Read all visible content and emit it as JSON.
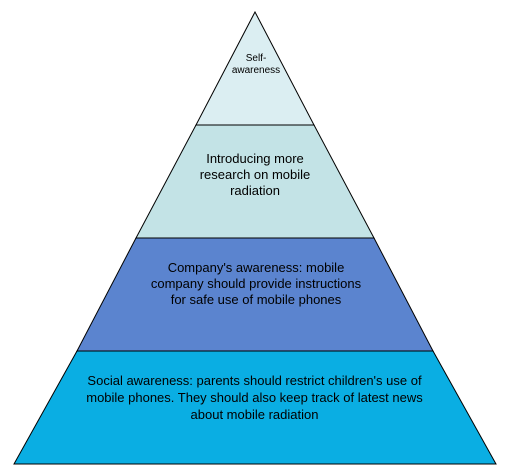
{
  "diagram": {
    "type": "pyramid",
    "levels": [
      {
        "text": "Self-awareness",
        "color": "#dbeef2"
      },
      {
        "text": "Introducing more research on mobile radiation",
        "color": "#c3e3e6"
      },
      {
        "text": "Company's awareness: mobile company should provide instructions for safe use of mobile phones",
        "color": "#5b84cf"
      },
      {
        "text": "Social awareness: parents should restrict children's use of mobile phones. They should also keep track of latest news about mobile radiation",
        "color": "#0aaee3"
      }
    ],
    "outline_color": "#000000"
  }
}
